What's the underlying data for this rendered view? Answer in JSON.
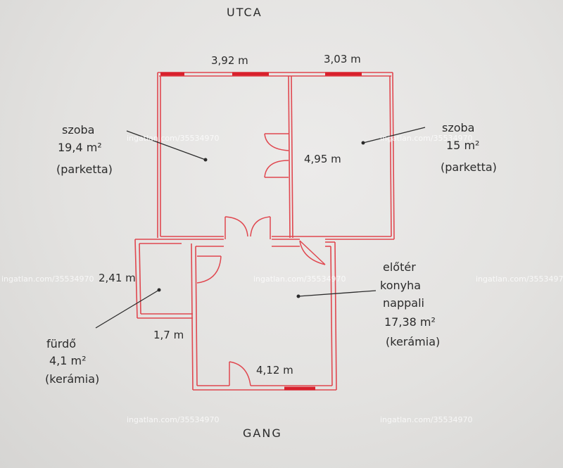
{
  "labels": {
    "street": "UTCA",
    "corridor": "GANG",
    "dim_top_left": "3,92 m",
    "dim_top_right": "3,03 m",
    "dim_middle": "4,95 m",
    "dim_bath_side": "2,41 m",
    "dim_bath_bottom": "1,7 m",
    "dim_hall_bottom": "4,12 m"
  },
  "rooms": [
    {
      "name": "szoba",
      "area": "19,4 m²",
      "floor": "(parketta)"
    },
    {
      "name": "szoba",
      "area": "15 m²",
      "floor": "(parketta)"
    },
    {
      "name": "fürdő",
      "area": "4,1 m²",
      "floor": "(kerámia)"
    },
    {
      "name": "előtér",
      "name2": "konyha",
      "name3": "nappali",
      "area": "17,38 m²",
      "floor": "(kerámia)"
    }
  ],
  "watermark": "ingatlan.com/35534970",
  "colors": {
    "wall": "#e0474f",
    "window": "#d8202c",
    "paper": "#e3e2e0"
  }
}
